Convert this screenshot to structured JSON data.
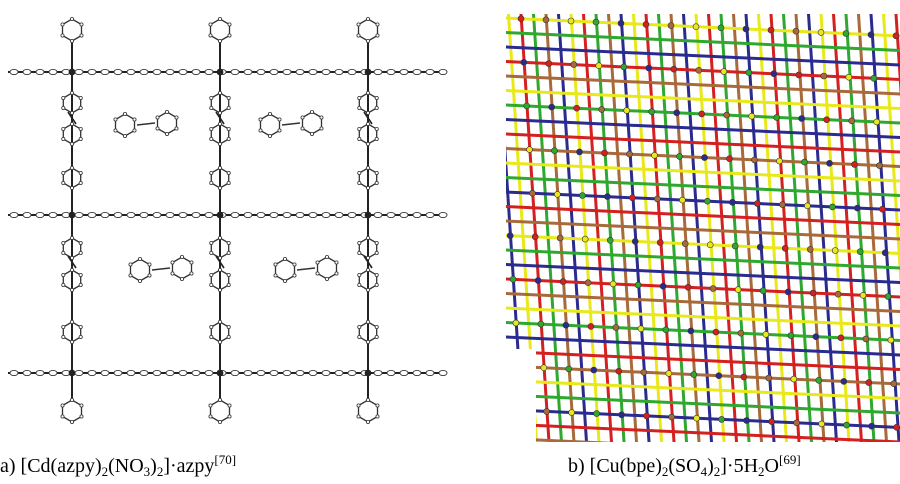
{
  "figure": {
    "panel_a": {
      "caption_prefix": "a) [Cd(azpy)",
      "caption_sub1": "2",
      "caption_mid1": "(NO",
      "caption_sub2": "3",
      "caption_mid2": ")",
      "caption_sub3": "2",
      "caption_mid3": "]·azpy",
      "caption_ref": "[70]"
    },
    "panel_b": {
      "caption_prefix": "b) [Cu(bpe)",
      "caption_sub1": "2",
      "caption_mid1": "(SO",
      "caption_sub2": "4",
      "caption_mid2": ")",
      "caption_sub3": "2",
      "caption_mid3": "]·5H",
      "caption_sub4": "2",
      "caption_mid4": "O",
      "caption_ref": "[69]",
      "net_colors": [
        "#2b2b8f",
        "#e8e81a",
        "#d42020",
        "#2fa82f",
        "#a86a3a"
      ]
    }
  }
}
